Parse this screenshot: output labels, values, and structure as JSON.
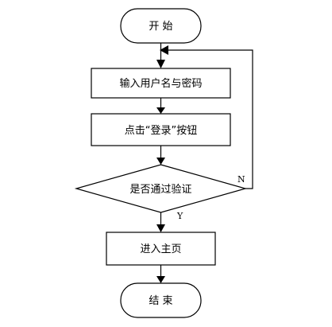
{
  "flowchart": {
    "start_label": "开 始",
    "step1_label": "输入用户名与密码",
    "step2_label": "点击“登录”按钮",
    "decision_label": "是否通过验证",
    "no_branch_label": "N",
    "yes_branch_label": "Y",
    "step3_label": "进入主页",
    "end_label": "结 束"
  }
}
